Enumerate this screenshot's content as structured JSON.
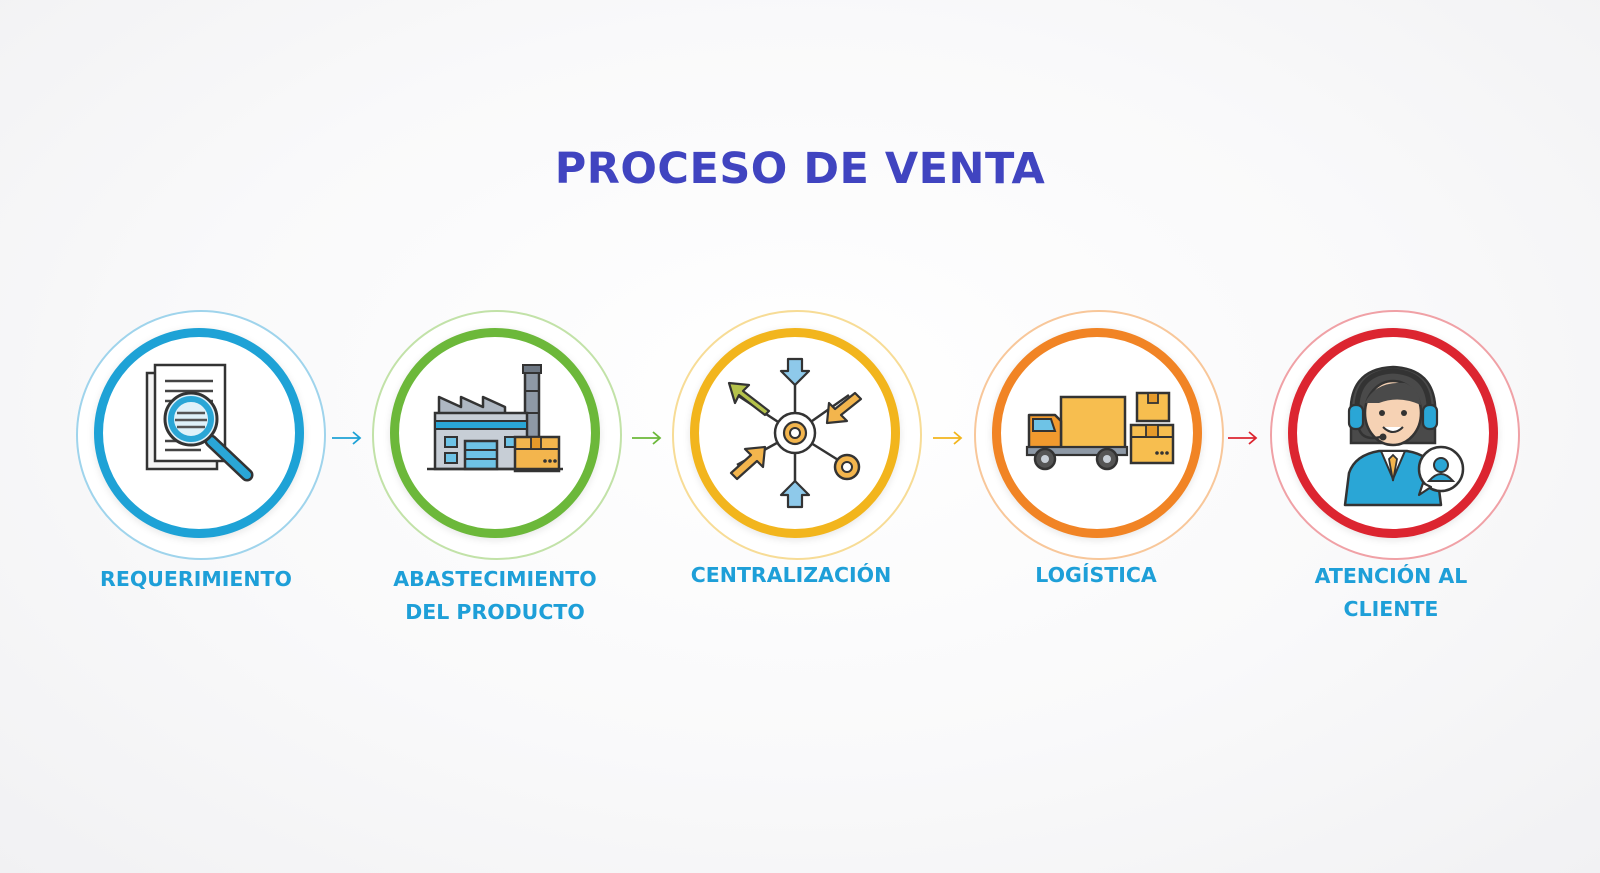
{
  "title": "PROCESO DE VENTA",
  "steps": [
    {
      "label_line1": "REQUERIMIENTO",
      "label_line2": "",
      "color": "#1ea2d6",
      "icon": "document-search-icon"
    },
    {
      "label_line1": "ABASTECIMIENTO",
      "label_line2": "DEL PRODUCTO",
      "color": "#6cb83a",
      "icon": "factory-icon"
    },
    {
      "label_line1": "CENTRALIZACIÓN",
      "label_line2": "",
      "color": "#f2b51d",
      "icon": "hub-arrows-icon"
    },
    {
      "label_line1": "LOGÍSTICA",
      "label_line2": "",
      "color": "#f18425",
      "icon": "delivery-truck-icon"
    },
    {
      "label_line1": "ATENCIÓN AL",
      "label_line2": "CLIENTE",
      "color": "#dc2530",
      "icon": "customer-support-icon"
    }
  ],
  "colors": {
    "title": "#4044c0",
    "label": "#1e9fd8"
  }
}
